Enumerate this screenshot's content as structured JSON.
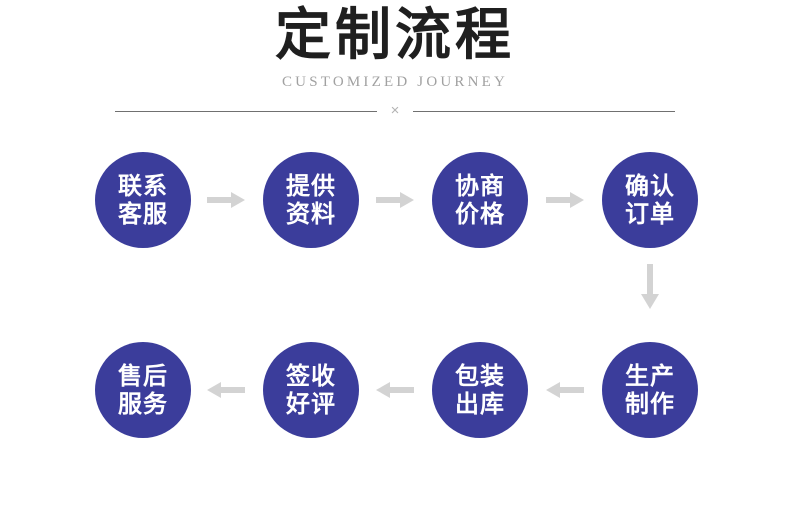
{
  "header": {
    "title": "定制流程",
    "subtitle": "CUSTOMIZED JOURNEY",
    "divider_mark": "×"
  },
  "colors": {
    "node_fill": "#3b3d9b",
    "node_text": "#ffffff",
    "arrow": "#d3d3d3",
    "title_text": "#1f1f1f",
    "subtitle_text": "#a1a1a1",
    "divider_line": "#707070",
    "background": "#ffffff"
  },
  "flow": {
    "row1": {
      "direction": "right",
      "nodes": [
        {
          "line1": "联系",
          "line2": "客服"
        },
        {
          "line1": "提供",
          "line2": "资料"
        },
        {
          "line1": "协商",
          "line2": "价格"
        },
        {
          "line1": "确认",
          "line2": "订单"
        }
      ],
      "arrows": [
        {
          "icon": "arrow-right-icon"
        },
        {
          "icon": "arrow-right-icon"
        },
        {
          "icon": "arrow-right-icon"
        }
      ]
    },
    "connector": {
      "icon": "arrow-down-icon"
    },
    "row2": {
      "direction": "left",
      "nodes": [
        {
          "line1": "售后",
          "line2": "服务"
        },
        {
          "line1": "签收",
          "line2": "好评"
        },
        {
          "line1": "包装",
          "line2": "出库"
        },
        {
          "line1": "生产",
          "line2": "制作"
        }
      ],
      "arrows": [
        {
          "icon": "arrow-left-icon"
        },
        {
          "icon": "arrow-left-icon"
        },
        {
          "icon": "arrow-left-icon"
        }
      ]
    }
  }
}
